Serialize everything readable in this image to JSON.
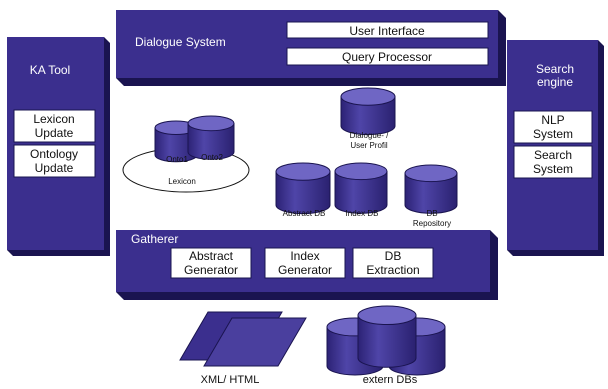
{
  "colors": {
    "panel": "#3b2f8e",
    "panel_shadow": "#1a1450",
    "cylinder_top": "#6f66c4",
    "cylinder_body": "#3b2f8e",
    "cylinder_edge": "#1a1450",
    "box_fill": "#ffffff",
    "text_dark": "#111111",
    "text_light": "#ffffff"
  },
  "dialogue_system": {
    "title": "Dialogue System",
    "user_interface": "User Interface",
    "query_processor": "Query Processor"
  },
  "ka_tool": {
    "title": "KA Tool",
    "lexicon_update": [
      "Lexicon",
      "Update"
    ],
    "ontology_update": [
      "Ontology",
      "Update"
    ]
  },
  "search_engine": {
    "title": [
      "Search",
      "engine"
    ],
    "nlp_system": [
      "NLP",
      "System"
    ],
    "search_system": [
      "Search",
      "System"
    ]
  },
  "lexicon": {
    "label": "Lexicon",
    "onto1": "Onto1",
    "onto2": "Onto2"
  },
  "databases": {
    "dialogue_user_profil": [
      "Dialogue- /",
      "User Profil"
    ],
    "abstract_db": "Abstract DB",
    "index_db": "Index DB",
    "db_repository": [
      "DB",
      "Repository"
    ]
  },
  "gatherer": {
    "title": "Gatherer",
    "abstract_generator": [
      "Abstract",
      "Generator"
    ],
    "index_generator": [
      "Index",
      "Generator"
    ],
    "db_extraction": [
      "DB",
      "Extraction"
    ]
  },
  "sources": {
    "xml_html": "XML/ HTML",
    "extern_dbs": "extern DBs"
  }
}
